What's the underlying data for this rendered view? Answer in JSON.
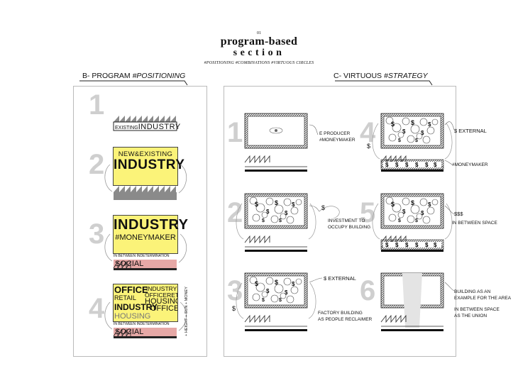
{
  "header": {
    "number": "01",
    "title": "program-based",
    "subtitle": "section",
    "tags": "#POSITIONING #COMBINATIONS #VIRTUOUS CIRCLES"
  },
  "left": {
    "title_prefix": "B- PROGRAM",
    "title_tag": "#POSITIONING",
    "steps": [
      {
        "num": "1",
        "label_a": "EXISTING",
        "label_b": "INDUSTRY"
      },
      {
        "num": "2",
        "line1": "NEW&EXISTING",
        "line2": "INDUSTRY"
      },
      {
        "num": "3",
        "line1": "INDUSTRY",
        "line2": "#MONEYMAKER",
        "between": "IN BETWEEN INDETERMINATION",
        "social": "SOCIAL"
      },
      {
        "num": "4",
        "words": [
          "OFFICE",
          "INDUSTRY",
          "OFFICE",
          "RETAIL",
          "RETAIL",
          "HOUSING",
          "INDUSTRY",
          "OFFICE",
          "HOUSING"
        ],
        "between": "IN BETWEEN INDETERMINATION",
        "social": "SOCIAL",
        "side": "+ HEIGHT + SUN + MONEY"
      }
    ]
  },
  "right": {
    "title_prefix": "C- VIRTUOUS",
    "title_tag": "#STRATEGY",
    "steps": [
      {
        "num": "1",
        "label1": "E PRODUCER",
        "label2": "#MONEYMAKER"
      },
      {
        "num": "2",
        "dollar": "$",
        "label1": "INVESTMENT TO",
        "label2": "OCCUPY BUILDING"
      },
      {
        "num": "3",
        "top_label": "$ EXTERNAL",
        "left_dollar": "$",
        "label1": "FACTORY BUILDING",
        "label2": "AS PEOPLE RECLAIMER"
      },
      {
        "num": "4",
        "top_label": "$ EXTERNAL",
        "bottom_label": "#MONEYMAKER",
        "left_dollar": "$"
      },
      {
        "num": "5",
        "label1": "$$$",
        "label2": "IN BETWEEN SPACE"
      },
      {
        "num": "6",
        "label1": "BUILDING AS AN",
        "label2": "EXAMPLE FOR THE AREA",
        "label3": "IN BETWEEN SPACE",
        "label4": "AS THE UNION"
      }
    ]
  },
  "colors": {
    "yellow": "#fbf379",
    "pink": "#e6a8a6",
    "gray": "#8a8a8a",
    "numeral": "#cfcfcf"
  }
}
